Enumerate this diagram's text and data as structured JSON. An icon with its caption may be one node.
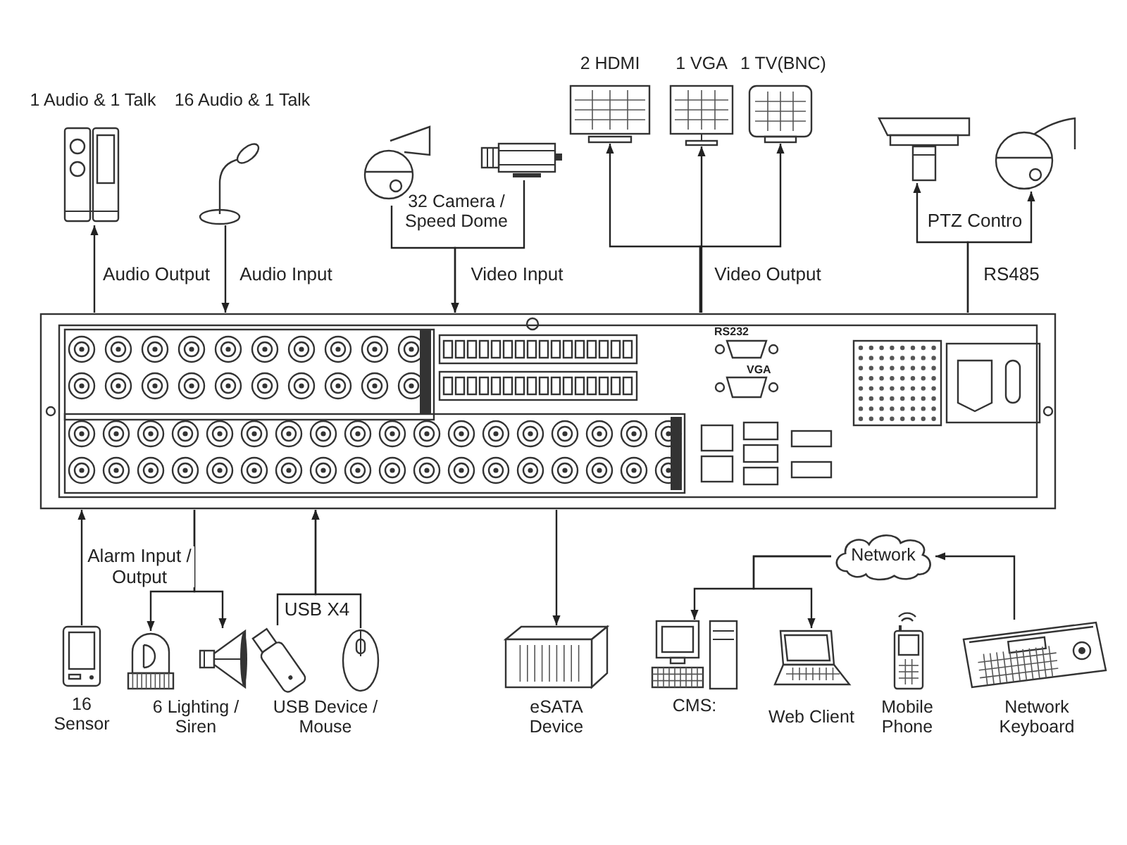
{
  "diagram": {
    "nodes": [
      {
        "text": [],
        "shape": "picture"
      },
      {
        "text": [
          "1 Audio & 1 Talk"
        ]
      },
      {
        "text": [
          "16 Audio & 1 Talk"
        ]
      },
      {
        "text": [
          "32 Camera / Speed Dome"
        ]
      },
      {
        "text": [],
        "shape": "picture",
        "in": 3
      },
      {
        "text": [],
        "shape": "picture",
        "in": 3
      },
      {
        "text": [
          "2 HDMI"
        ]
      },
      {
        "text": [
          "1 VGA"
        ]
      },
      {
        "text": [
          "1 TV(BNC)"
        ]
      },
      {
        "text": [],
        "shape": "picture"
      },
      {
        "text": [],
        "shape": "picture"
      },
      {
        "text": [
          "16 Sensor"
        ]
      },
      {
        "text": [
          "6 Lighting / Siren"
        ]
      },
      {
        "text": [],
        "shape": "picture",
        "in": 12
      },
      {
        "text": [],
        "shape": "picture",
        "in": 12
      },
      {
        "text": [
          "USB Device / Mouse"
        ]
      },
      {
        "text": [],
        "shape": "picture",
        "in": 15
      },
      {
        "text": [],
        "shape": "picture",
        "in": 15
      },
      {
        "text": [
          "eSATA Device"
        ]
      },
      {
        "text": [
          "Network"
        ]
      },
      {
        "text": [
          "CMS:"
        ]
      },
      {
        "text": [
          "Web Client"
        ]
      },
      {
        "text": [
          "Mobile Phone"
        ]
      },
      {
        "text": [
          "Network Keyboard"
        ]
      }
    ],
    "edges": [
      {
        "from": 0,
        "to": 1,
        "arrow": "to",
        "label": "Audio Output"
      },
      {
        "from": 2,
        "to": 0,
        "arrow": "to",
        "label": "Audio Input"
      },
      {
        "from": 4,
        "to": 0,
        "arrow": "to",
        "label": "Video Input"
      },
      {
        "from": 5,
        "to": 0,
        "arrow": "to"
      },
      {
        "from": 0,
        "to": 6,
        "arrow": "to"
      },
      {
        "from": 0,
        "to": 7,
        "arrow": "to",
        "label": "Video Output"
      },
      {
        "from": 0,
        "to": 8,
        "arrow": "to"
      },
      {
        "from": 0,
        "to": 9,
        "arrow": "to",
        "label": "RS485"
      },
      {
        "from": 0,
        "to": 10,
        "arrow": "to",
        "label": "PTZ Contro"
      },
      {
        "from": 11,
        "to": 0,
        "arrow": "to",
        "label": "Alarm Input / Output"
      },
      {
        "from": 0,
        "to": 13,
        "arrow": "to"
      },
      {
        "from": 0,
        "to": 14,
        "arrow": "to"
      },
      {
        "from": 16,
        "to": 0,
        "arrow": "to",
        "label": "USB X4"
      },
      {
        "from": 17,
        "to": 0,
        "arrow": "to"
      },
      {
        "from": 0,
        "to": 18,
        "arrow": "to"
      },
      {
        "from": 19,
        "to": 20,
        "arrow": "to"
      },
      {
        "from": 19,
        "to": 21,
        "arrow": "to"
      },
      {
        "from": 23,
        "to": 19,
        "arrow": "to"
      }
    ],
    "labels": [
      "RS232",
      "VGA"
    ]
  }
}
